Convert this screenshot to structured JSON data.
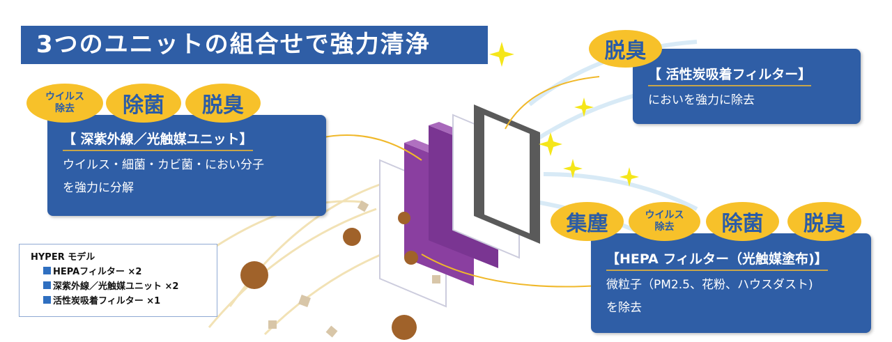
{
  "title": "3つのユニットの組合せで強力清浄",
  "left_unit": {
    "badges": [
      "ウイルス\n除去",
      "除菌",
      "脱臭"
    ],
    "heading": "【 深紫外線／光触媒ユニット】",
    "lines": [
      "ウイルス・細菌・カビ菌・におい分子",
      "を強力に分解"
    ]
  },
  "carbon_unit": {
    "badges": [
      "脱臭"
    ],
    "heading": "【 活性炭吸着フィルター】",
    "lines": [
      "においを強力に除去"
    ]
  },
  "hepa_unit": {
    "badges": [
      "集塵",
      "ウイルス\n除去",
      "除菌",
      "脱臭"
    ],
    "heading": "【HEPA フィルター（光触媒塗布)】",
    "lines": [
      "微粒子（PM2.5、花粉、ハウスダスト)",
      "を除去"
    ]
  },
  "legend": {
    "title": "HYPER モデル",
    "items": [
      "HEPAフィルター ×2",
      "深紫外線／光触媒ユニット ×2",
      "活性炭吸着フィルター ×1"
    ]
  },
  "colors": {
    "blue": "#2f5ea6",
    "yellow": "#f7c12a",
    "purple": "#8a3fa0",
    "gray": "#5a5a5a"
  }
}
